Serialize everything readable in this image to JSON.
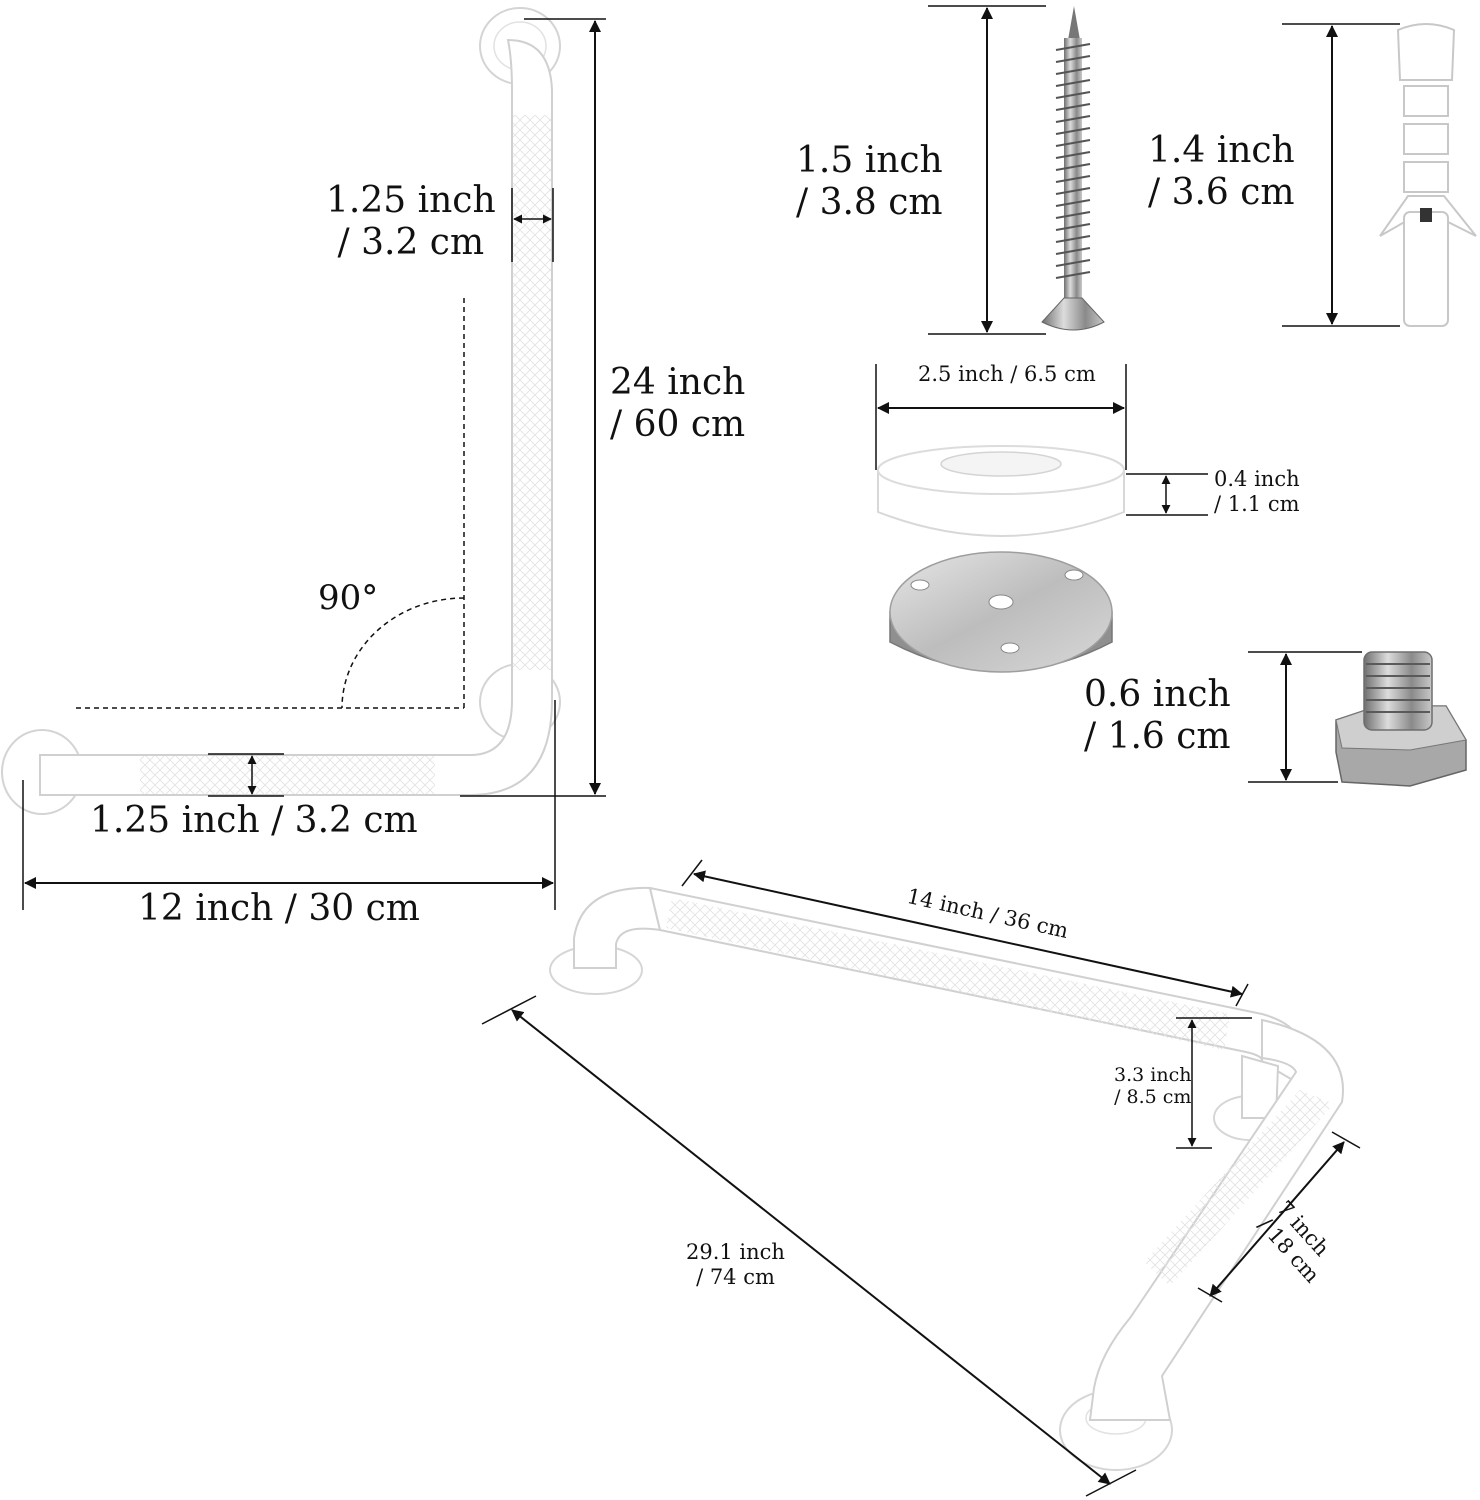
{
  "l_bar": {
    "vertical_diameter": {
      "line1": "1.25 inch",
      "line2": "/ 3.2 cm"
    },
    "height": {
      "line1": "24 inch",
      "line2": "/ 60 cm"
    },
    "angle": "90°",
    "horizontal_diameter": "1.25 inch / 3.2 cm",
    "width": "12 inch / 30 cm"
  },
  "hardware": {
    "screw_length": {
      "line1": "1.5 inch",
      "line2": "/ 3.8 cm"
    },
    "anchor_length": {
      "line1": "1.4 inch",
      "line2": "/ 3.6 cm"
    },
    "flange_diameter": "2.5 inch / 6.5 cm",
    "flange_thickness": {
      "line1": "0.4 inch",
      "line2": "/ 1.1 cm"
    },
    "bolt_height": {
      "line1": "0.6 inch",
      "line2": "/ 1.6 cm"
    }
  },
  "corner_bar": {
    "top_length": "14 inch / 36 cm",
    "offset": {
      "line1": "3.3 inch",
      "line2": "/ 8.5 cm"
    },
    "diagonal": {
      "line1": "29.1 inch",
      "line2": "/ 74 cm"
    },
    "side_length": {
      "line1": "7 inch",
      "line2": "/ 18 cm"
    }
  },
  "colors": {
    "bar": "#ffffff",
    "bar_edge": "#d6d6d6",
    "metal": "#9a9a9a",
    "line": "#111111"
  }
}
